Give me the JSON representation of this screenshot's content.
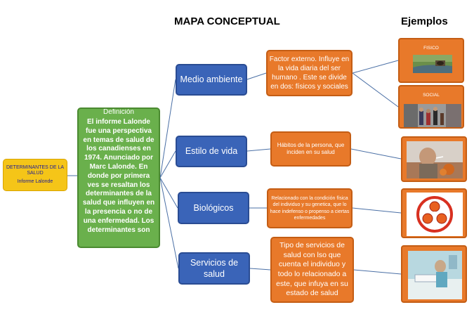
{
  "titles": {
    "main": "MAPA CONCEPTUAL",
    "examples": "Ejemplos"
  },
  "root": {
    "line1": "DETERMINANTES  DE LA SALUD",
    "line2": "Informe  Lalonde"
  },
  "definition": {
    "heading": "Definición",
    "body": "El informe Lalonde fue una perspectiva en temas de salud de los canadienses en 1974. Anunciado  por Marc Lalonde.  En donde  por primera ves se resaltan los determinantes de la salud  que influyen en la presencia o no de una enfermedad. Los determinantes son"
  },
  "branches": [
    {
      "label": "Medio ambiente",
      "desc": "Factor externo. Influye en la vida diaria del ser humano . Este se divide en dos: físicos y sociales"
    },
    {
      "label": "Estilo de vida",
      "desc": "Hábitos de la persona, que inciden en su salud"
    },
    {
      "label": "Biológicos",
      "desc": "Relacionado  con la condición física del individuo y su genetica,  que lo hace indefenso o propenso a ciertas enfermedades"
    },
    {
      "label": "Servicios de salud",
      "desc": "Tipo de servicios de salud con lso que cuenta el individuo y todo  lo relacionado a este,  que infuya en su estado de salud"
    }
  ],
  "examples": {
    "fisico": "FISICO",
    "social": "SOCIAL"
  },
  "colors": {
    "root": "#f5c518",
    "definition": "#6ab04c",
    "branch": "#3a64b8",
    "description": "#e8792a",
    "lines": "#4a6fa5"
  }
}
